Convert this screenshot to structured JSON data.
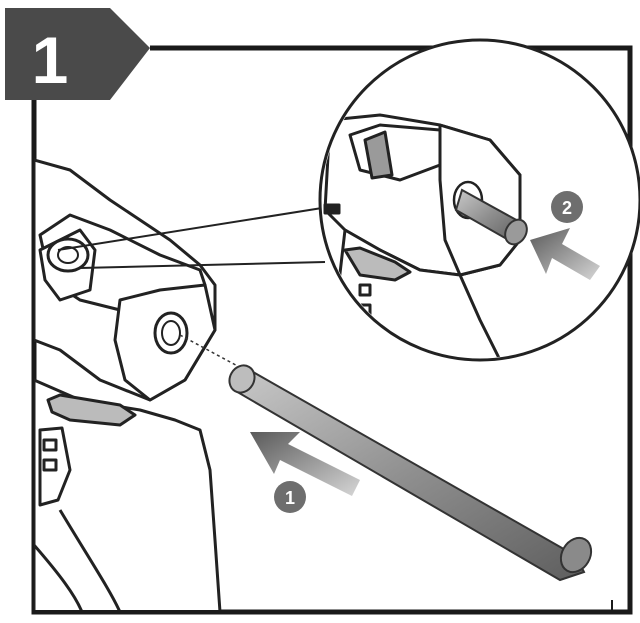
{
  "step": {
    "number": "1"
  },
  "callouts": [
    {
      "label": "1"
    },
    {
      "label": "2"
    }
  ],
  "colors": {
    "frame": "#1a1a1a",
    "badge": "#4a4a4a",
    "tool_outline": "#222222",
    "glue_stick": "#8c8c8c",
    "arrow": "#9a9a9a",
    "callout_circle": "#6e6e6e"
  },
  "icons": [
    "glue-gun",
    "glue-stick",
    "insert-arrow",
    "magnifier-circle"
  ]
}
